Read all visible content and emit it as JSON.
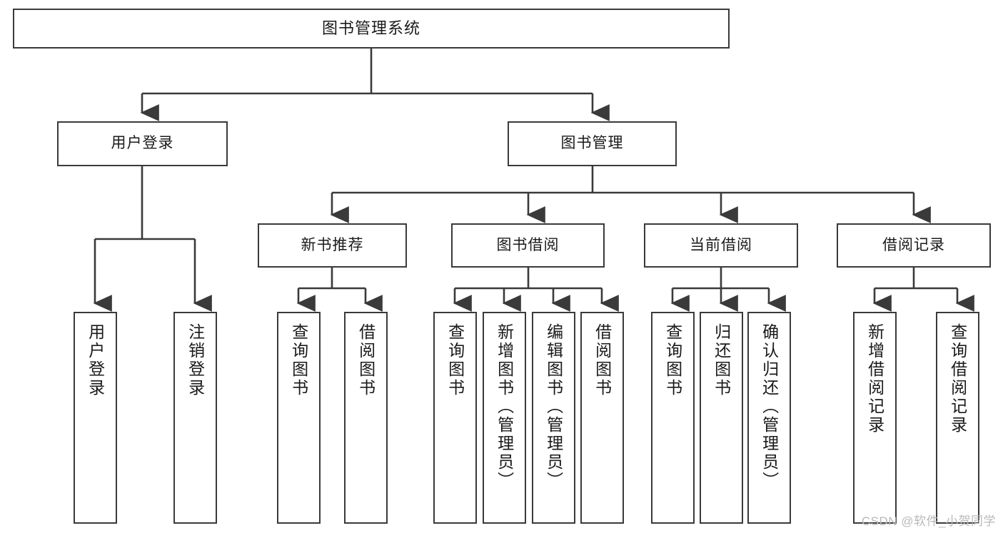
{
  "diagram": {
    "type": "tree",
    "title": "图书管理系统",
    "orientation": "top-down",
    "colors": {
      "box_border": "#3a3a3a",
      "box_fill": "#ffffff",
      "connector": "#3a3a3a",
      "text": "#1a1a1a",
      "watermark": "#b9b9b9"
    }
  },
  "nodes": {
    "root": {
      "label": "图书管理系统"
    },
    "level1": [
      {
        "label": "用户登录"
      },
      {
        "label": "图书管理"
      }
    ],
    "level2": [
      {
        "label": "新书推荐"
      },
      {
        "label": "图书借阅"
      },
      {
        "label": "当前借阅"
      },
      {
        "label": "借阅记录"
      }
    ],
    "leaves": {
      "user_login": [
        {
          "label": "用户登录"
        },
        {
          "label": "注销登录"
        }
      ],
      "new_book_recommend": [
        {
          "label": "查询图书"
        },
        {
          "label": "借阅图书"
        }
      ],
      "book_borrow": [
        {
          "label": "查询图书"
        },
        {
          "label": "新增图书（管理员）"
        },
        {
          "label": "编辑图书（管理员）"
        },
        {
          "label": "借阅图书"
        }
      ],
      "current_borrow": [
        {
          "label": "查询图书"
        },
        {
          "label": "归还图书"
        },
        {
          "label": "确认归还（管理员）"
        }
      ],
      "borrow_record": [
        {
          "label": "新增借阅记录"
        },
        {
          "label": "查询借阅记录"
        }
      ]
    }
  },
  "watermark": {
    "text": "CSDN @软件_小贺同学"
  }
}
